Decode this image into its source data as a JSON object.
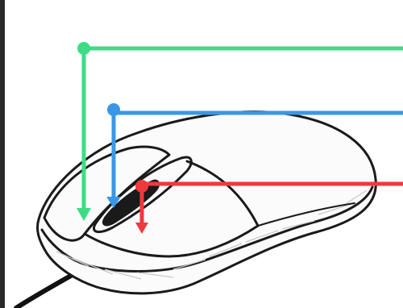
{
  "colors": {
    "background": "#ffffff",
    "frame": "#2a2a2a",
    "left_button_indicator": "#3ddc84",
    "scroll_wheel_indicator": "#3a97e8",
    "right_button_indicator": "#f0393c"
  },
  "indicators": [
    {
      "part": "left-button",
      "color": "#3ddc84"
    },
    {
      "part": "scroll-wheel",
      "color": "#3a97e8"
    },
    {
      "part": "right-button",
      "color": "#f0393c"
    }
  ]
}
